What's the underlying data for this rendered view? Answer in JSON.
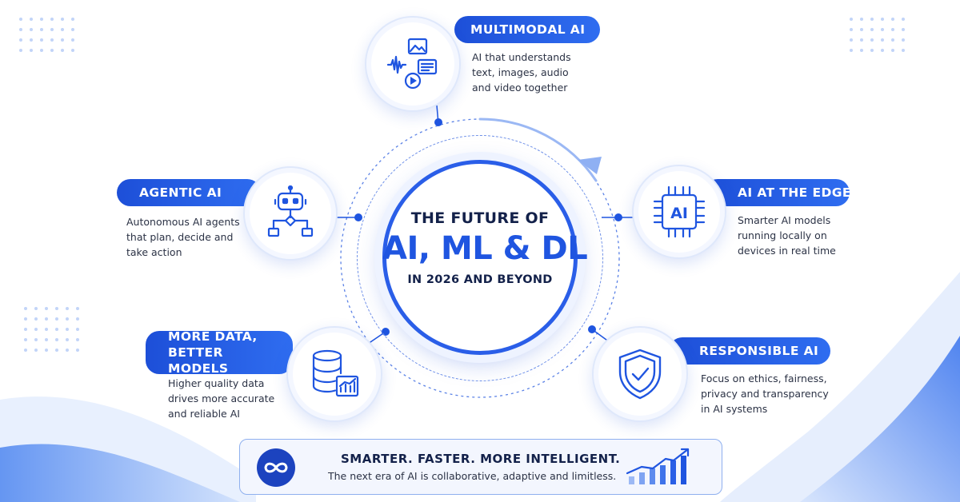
{
  "center": {
    "line1": "THE FUTURE OF",
    "line2": "AI, ML & DL",
    "line3": "IN 2026 AND BEYOND"
  },
  "features": {
    "multimodal": {
      "title": "MULTIMODAL AI",
      "desc": [
        "AI that understands",
        "text, images, audio",
        "and video together"
      ],
      "icon": "multimodal-media-icon"
    },
    "agentic": {
      "title": "AGENTIC AI",
      "desc": [
        "Autonomous AI agents",
        "that plan, decide and",
        "take action"
      ],
      "icon": "robot-icon"
    },
    "edge": {
      "title": "AI AT THE EDGE",
      "desc": [
        "Smarter AI models",
        "running locally on",
        "devices in real time"
      ],
      "icon": "ai-chip-icon",
      "chip_label": "AI"
    },
    "data": {
      "title": [
        "MORE DATA,",
        "BETTER MODELS"
      ],
      "desc": [
        "Higher quality data",
        "drives more accurate",
        "and reliable AI"
      ],
      "icon": "database-chart-icon"
    },
    "responsible": {
      "title": "RESPONSIBLE AI",
      "desc": [
        "Focus on ethics, fairness,",
        "privacy and transparency",
        "in AI systems"
      ],
      "icon": "shield-check-icon"
    }
  },
  "banner": {
    "title": "SMARTER. FASTER. MORE INTELLIGENT.",
    "subtitle": "The next era of AI is collaborative, adaptive and limitless.",
    "icon": "infinity-icon",
    "chart_icon": "growth-chart-icon"
  },
  "colors": {
    "primary": "#1f55e0",
    "dark": "#13214a",
    "accent_light": "#8fb1f2"
  }
}
